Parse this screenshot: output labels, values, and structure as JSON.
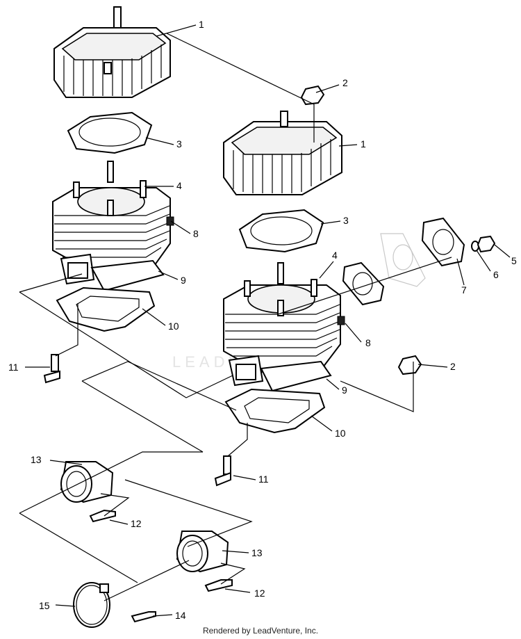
{
  "callouts": [
    "1",
    "2",
    "3",
    "4",
    "8",
    "9",
    "10",
    "11",
    "1",
    "2",
    "3",
    "4",
    "8",
    "9",
    "10",
    "11",
    "5",
    "6",
    "7",
    "13",
    "12",
    "13",
    "12",
    "15",
    "14"
  ],
  "watermark_text": "LEADVENTURE",
  "footer_text": "Rendered by LeadVenture, Inc."
}
